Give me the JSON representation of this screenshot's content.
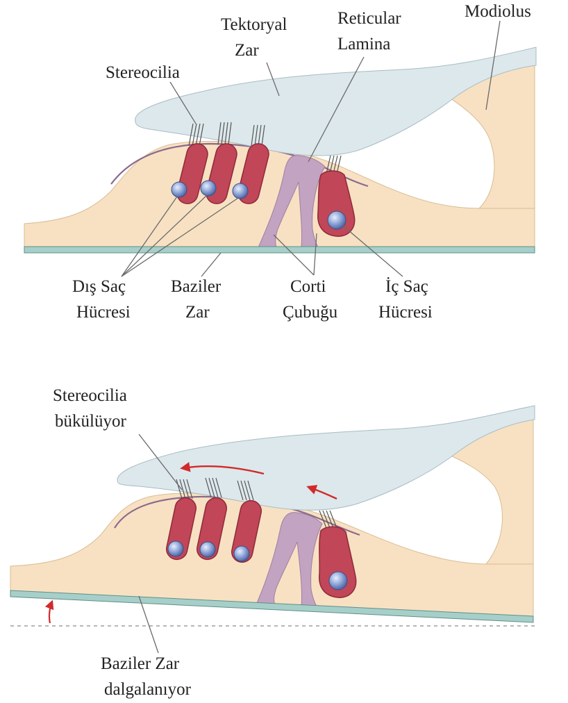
{
  "top_panel": {
    "labels": {
      "tektoryal_1": "Tektoryal",
      "tektoryal_2": "Zar",
      "reticular_1": "Reticular",
      "reticular_2": "Lamina",
      "modiolus": "Modiolus",
      "stereocilia": "Stereocilia",
      "dis_sac_1": "Dış Saç",
      "dis_sac_2": "Hücresi",
      "baziler_1": "Baziler",
      "baziler_2": "Zar",
      "corti_1": "Corti",
      "corti_2": "Çubuğu",
      "ic_sac_1": "İç Saç",
      "ic_sac_2": "Hücresi"
    }
  },
  "bottom_panel": {
    "labels": {
      "stereocilia_1": "Stereocilia",
      "stereocilia_2": "bükülüyor",
      "baziler_1": "Baziler Zar",
      "baziler_2": "dalgalanıyor"
    }
  },
  "colors": {
    "tissue": "#f7e1c2",
    "tectorial": "#dce8ec",
    "hair_cell": "#c04658",
    "pillar": "#c2a3c2",
    "membrane": "#a7cfc9",
    "nucleus": "#7f99cf",
    "arrow": "#d22a2a"
  }
}
